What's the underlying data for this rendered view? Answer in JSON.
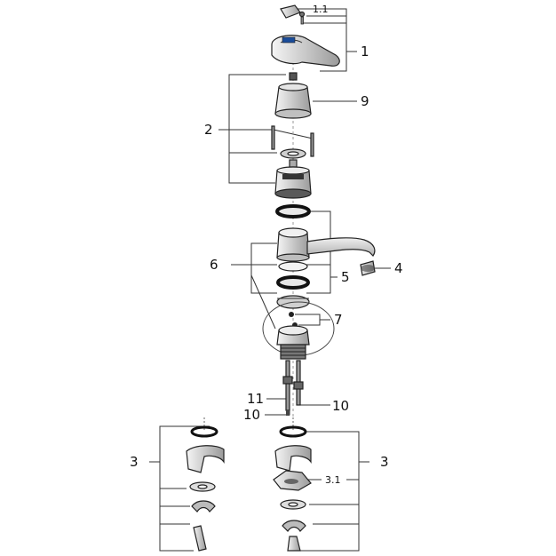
{
  "callouts": {
    "c1_1": "1.1",
    "c1": "1",
    "c9": "9",
    "c2": "2",
    "c6": "6",
    "c4": "4",
    "c5": "5",
    "c7": "7",
    "c11": "11",
    "c10a": "10",
    "c10b": "10",
    "c3_left": "3",
    "c3_right": "3",
    "c3_1": "3.1"
  },
  "colors": {
    "part_fill": "#d9d9d9",
    "part_dark": "#8a8a8a",
    "line": "#333333",
    "ring": "#111111"
  }
}
